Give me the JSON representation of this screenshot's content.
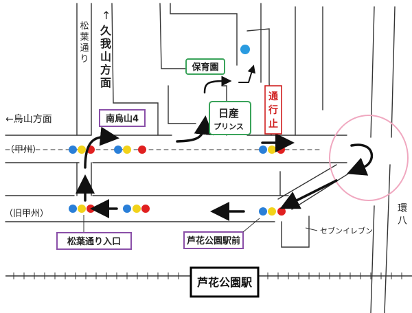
{
  "map": {
    "directions": {
      "kugayama_arrow": "↑",
      "kugayama_text": "久我山方面",
      "karasuyama": "←烏山方面"
    },
    "streets": {
      "shoyodori": "松葉通り",
      "koshu": "（甲州）",
      "kyu_koshu": "（旧甲州）",
      "kanpachi": "環八"
    },
    "places": {
      "hoikuen": "保育園",
      "nissan_line1": "日産",
      "nissan_line2": "プリンス",
      "seven_eleven": "セブンイレブン",
      "station": "芦花公園駅"
    },
    "signals": {
      "minami_karasuyama": "南烏山4",
      "shoyodori_iriguchi": "松葉通り入口",
      "rokakoen_ekimae": "芦花公園駅前"
    },
    "notices": {
      "closed": "通行止"
    },
    "colors": {
      "road": "#222222",
      "route_arrow": "#111111",
      "signal_label_border": "#8a4fa8",
      "place_label_border": "#3aa35a",
      "notice": "#d02020",
      "uturn_circle": "#f0a8c0",
      "signal_blue": "#2a7fd8",
      "signal_yellow": "#f2d21a",
      "signal_red": "#e02020",
      "station_border": "#000000"
    }
  }
}
